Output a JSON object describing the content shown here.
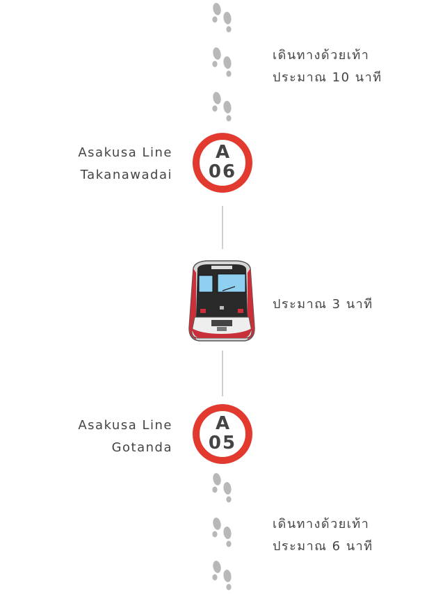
{
  "walk_top": {
    "line1": "เดินทางด้วยเท้า",
    "line2": "ประมาณ 10 นาที"
  },
  "station_upper": {
    "line": "Asakusa Line",
    "name": "Takanawadai",
    "code_letter": "A",
    "code_number": "06"
  },
  "train_ride": {
    "duration": "ประมาณ 3 นาที"
  },
  "station_lower": {
    "line": "Asakusa Line",
    "name": "Gotanda",
    "code_letter": "A",
    "code_number": "05"
  },
  "walk_bottom": {
    "line1": "เดินทางด้วยเท้า",
    "line2": "ประมาณ 6 นาที"
  },
  "colors": {
    "badge_ring": "#e23a2f",
    "footprint": "#b8b8b8",
    "train_body": "#c9303a",
    "text": "#444444"
  },
  "icons": [
    "footsteps-icon",
    "station-badge-icon",
    "train-icon"
  ]
}
